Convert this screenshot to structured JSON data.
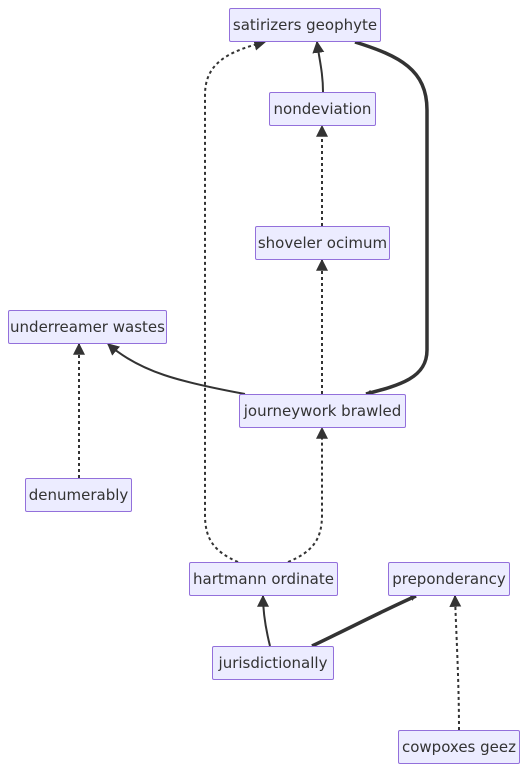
{
  "diagram": {
    "nodes": [
      {
        "id": "satirizers",
        "label": "satirizers geophyte"
      },
      {
        "id": "nondeviation",
        "label": "nondeviation"
      },
      {
        "id": "shoveler",
        "label": "shoveler ocimum"
      },
      {
        "id": "underreamer",
        "label": "underreamer wastes"
      },
      {
        "id": "journeywork",
        "label": "journeywork brawled"
      },
      {
        "id": "denumerably",
        "label": "denumerably"
      },
      {
        "id": "hartmann",
        "label": "hartmann ordinate"
      },
      {
        "id": "preponderancy",
        "label": "preponderancy"
      },
      {
        "id": "jurisdictionally",
        "label": "jurisdictionally"
      },
      {
        "id": "cowpoxes",
        "label": "cowpoxes geez"
      }
    ],
    "edges": [
      {
        "from": "nondeviation",
        "to": "satirizers",
        "style": "normal"
      },
      {
        "from": "satirizers",
        "to": "journeywork",
        "style": "thick"
      },
      {
        "from": "shoveler",
        "to": "nondeviation",
        "style": "dotted"
      },
      {
        "from": "journeywork",
        "to": "shoveler",
        "style": "dotted"
      },
      {
        "from": "journeywork",
        "to": "underreamer",
        "style": "normal"
      },
      {
        "from": "denumerably",
        "to": "underreamer",
        "style": "dotted"
      },
      {
        "from": "hartmann",
        "to": "satirizers",
        "style": "dotted"
      },
      {
        "from": "hartmann",
        "to": "journeywork",
        "style": "dotted"
      },
      {
        "from": "jurisdictionally",
        "to": "hartmann",
        "style": "normal"
      },
      {
        "from": "jurisdictionally",
        "to": "preponderancy",
        "style": "thick"
      },
      {
        "from": "cowpoxes",
        "to": "preponderancy",
        "style": "dotted"
      }
    ]
  }
}
